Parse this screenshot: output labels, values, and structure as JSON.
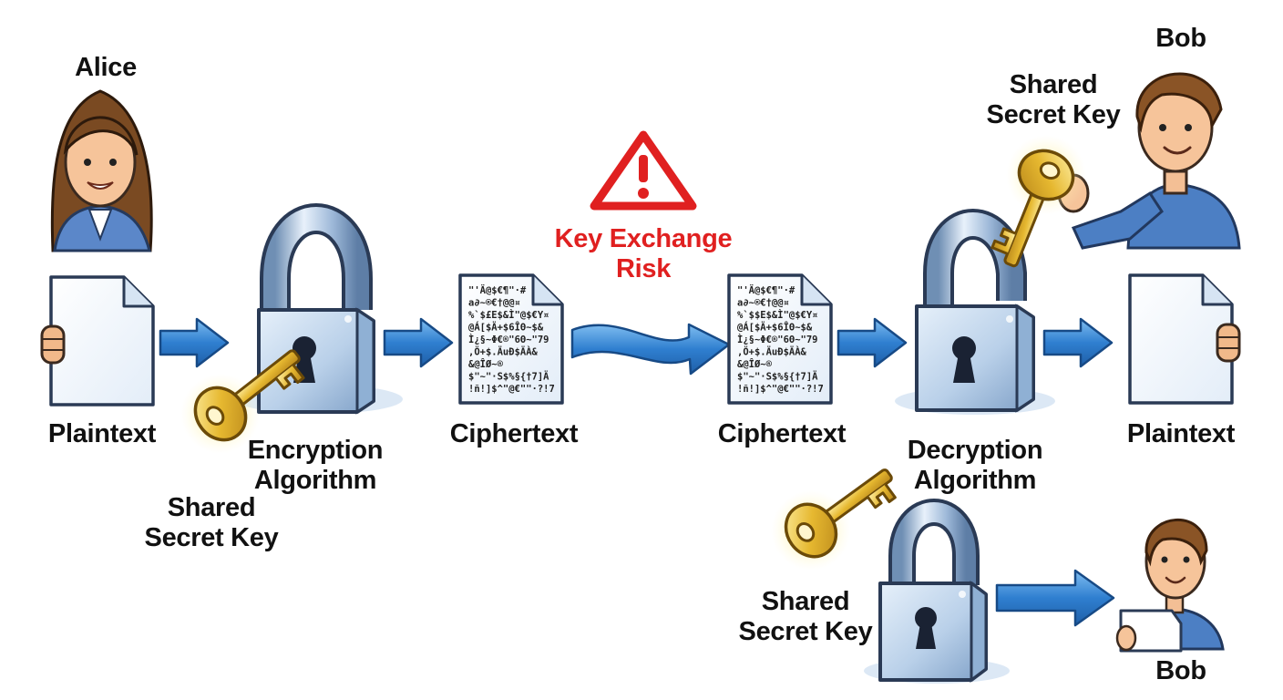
{
  "actors": {
    "alice": "Alice",
    "bob_top": "Bob",
    "bob_bottom": "Bob"
  },
  "labels": {
    "plaintext_in": "Plaintext",
    "encryption_line1": "Encryption",
    "encryption_line2": "Algorithm",
    "key_left_line1": "Shared",
    "key_left_line2": "Secret Key",
    "ciphertext_left": "Ciphertext",
    "ciphertext_right": "Ciphertext",
    "risk_line1": "Key Exchange",
    "risk_line2": "Risk",
    "decryption_line1": "Decryption",
    "decryption_line2": "Algorithm",
    "key_top_line1": "Shared",
    "key_top_line2": "Secret Key",
    "plaintext_out": "Plaintext",
    "key_bottom_line1": "Shared",
    "key_bottom_line2": "Secret Key"
  },
  "ciphertext_lines_left": [
    "\"'Ä@$€¶\"·#",
    "a∂~®€†@@¤",
    "%`$£E$&Ì\"@$€Y¤",
    "@Á[$Ä+$6ÎΘ~$&",
    "Ì¿§~Φ€®\"6Θ~\"79",
    ",Ö+$.ÄuÐ$ÄÀ&",
    "&@ÎØ~®",
    "$\"~\"·S$%§{†7]Ä",
    "!ñ!]$^\"@€\"\"·?!7"
  ],
  "ciphertext_lines_right": [
    "\"'Ä@$€¶\"·#",
    "a∂~®€†@@¤",
    "%`$$E$&Ì\"@$€Y¤",
    "@Á[$Ä+$6ÎΘ~$&",
    "Ì¿§~Φ€®\"6Θ~\"79",
    ",Ö+$.ÄuÐ$ÄÀ&",
    "&@ÎØ~®",
    "$\"~\"·S$%§{†7]Ä",
    "!ñ!]$^\"@€\"\"·?!7"
  ],
  "colors": {
    "arrow_blue": "#2f7fd0",
    "risk_red": "#e02020",
    "key_gold": "#e2b735",
    "lock_body": "#bcd3ea",
    "paper": "#f4f8fd"
  },
  "icons": [
    "alice-avatar",
    "bob-avatar",
    "padlock-icon",
    "key-icon",
    "document-icon",
    "warning-icon",
    "arrow-icon"
  ]
}
